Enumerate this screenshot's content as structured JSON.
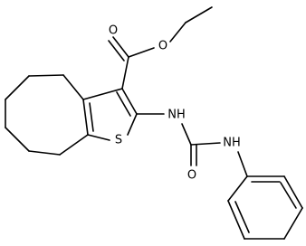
{
  "molecule": {
    "atoms": {
      "o_carbonyl": "O",
      "o_ester": "O",
      "s_thiophene": "S",
      "nh_thiophene_amide": "NH",
      "o_urea": "O",
      "nh_phenyl_amide": "NH"
    }
  },
  "colors": {
    "bond": "#000000",
    "label": "#000000",
    "background": "#ffffff"
  }
}
